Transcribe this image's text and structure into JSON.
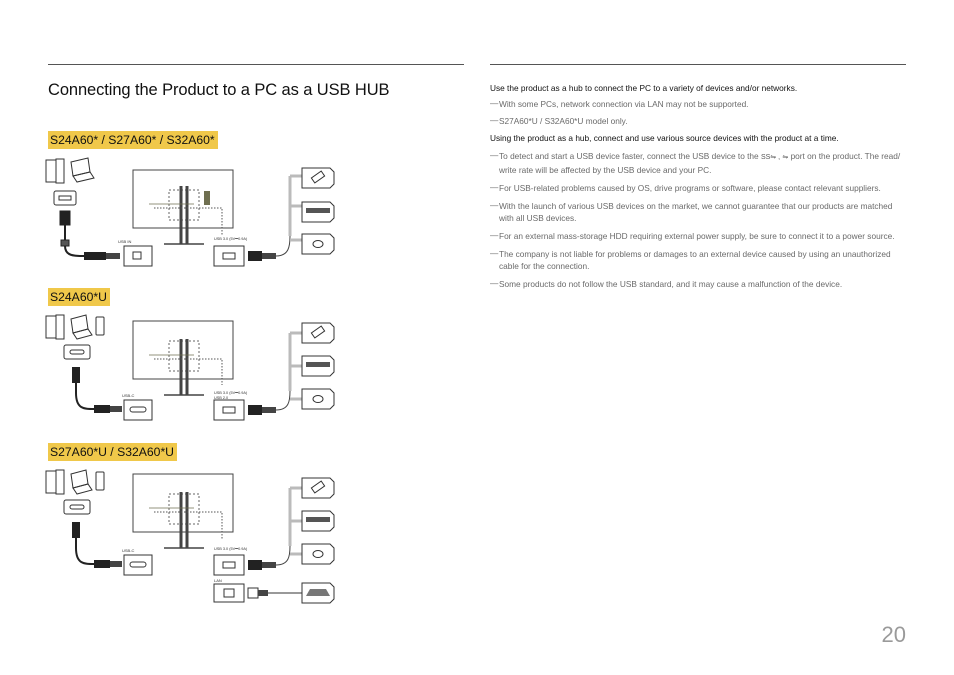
{
  "page": {
    "number": "20"
  },
  "left": {
    "title": "Connecting the Product to a PC as a USB HUB",
    "sections": [
      {
        "model": "S24A60* / S27A60* / S32A60*",
        "port_labels": [
          "USB IN",
          "USB 3.0 (5V⎓0.9A)"
        ]
      },
      {
        "model": "S24A60*U",
        "port_labels": [
          "USB-C",
          "USB 3.0 (5V⎓0.9A)",
          "USB 2.0"
        ]
      },
      {
        "model": "S27A60*U / S32A60*U",
        "port_labels": [
          "USB-C",
          "USB 3.0 (5V⎓0.9A)",
          "LAN"
        ]
      }
    ]
  },
  "right": {
    "para1": "Use the product as a hub to connect the PC to a variety of devices and/or networks.",
    "note1a": "With some PCs, network connection via LAN may not be supported.",
    "note1b": "S27A60*U / S32A60*U model only.",
    "para2": "Using the product as a hub, connect and use various source devices with the product at a time.",
    "note2a_pre": "To detect and start a USB device faster, connect the USB device to the",
    "note2a_sym1": "SS⇋ ,",
    "note2a_sym2": "⇋",
    "note2a_post": "port on the product. The read/ write rate will be affected by the USB device and your PC.",
    "note2b": "For USB-related problems caused by OS, drive programs or software, please contact relevant suppliers.",
    "note2c": "With the launch of various USB devices on the market, we cannot guarantee that our products are matched with all USB devices.",
    "note2d": "For an external mass-storage HDD requiring external power supply, be sure to connect it to a power source.",
    "note2e": "The company is not liable for problems or damages to an external device caused by using an unauthorized cable for the connection.",
    "note2f": "Some products do not follow the USB standard, and it may cause a malfunction of the device."
  },
  "icons": [
    "pc-icon",
    "laptop-icon",
    "phone-icon",
    "usb-drive-icon",
    "keyboard-icon",
    "mouse-icon",
    "lan-cable-icon",
    "router-icon"
  ]
}
